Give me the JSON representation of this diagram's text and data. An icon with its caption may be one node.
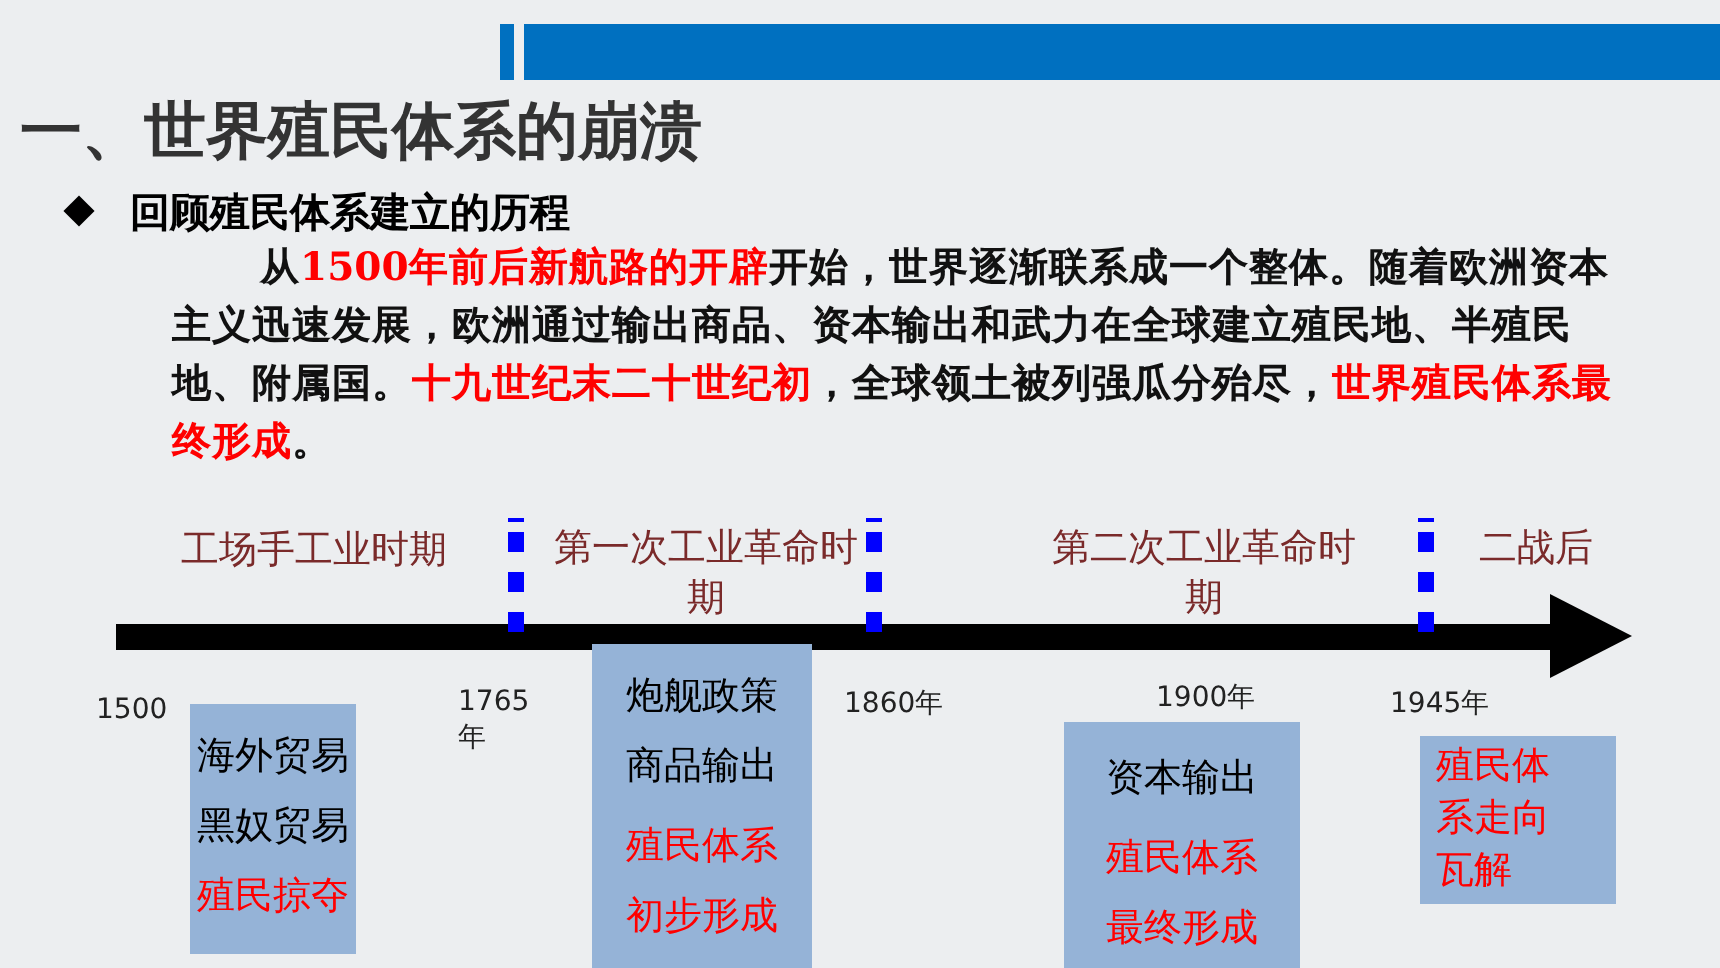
{
  "diagram": {
    "title": "一、世界殖民体系的崩溃",
    "nodes": [
      {
        "text": [
          "海外贸易",
          "黑奴贸易",
          "殖民掠夺"
        ]
      },
      {
        "text": [
          "炮舰政策",
          "商品输出",
          "殖民体系初步形成"
        ]
      },
      {
        "text": [
          "资本输出",
          "殖民体系最终形成"
        ]
      },
      {
        "text": [
          "殖民体系走向瓦解"
        ]
      }
    ],
    "edges": [],
    "labels": [
      "回顾殖民体系建立的历程",
      "从**1500年前后新航路的开辟**开始，世界逐渐联系成一个整体。随着欧洲资本主义迅速发展，欧洲通过输出商品、资本输出和武力在全球建立殖民地、半殖民地、附属国。**十九世纪末二十世纪初**，全球领土被列强瓜分殆尽，**世界殖民体系最终形成**。",
      "工场手工业时期",
      "第一次工业革命时期",
      "第二次工业革命时期",
      "二战后",
      "1500",
      "1765年",
      "1860年",
      "1900年",
      "1945年"
    ]
  }
}
